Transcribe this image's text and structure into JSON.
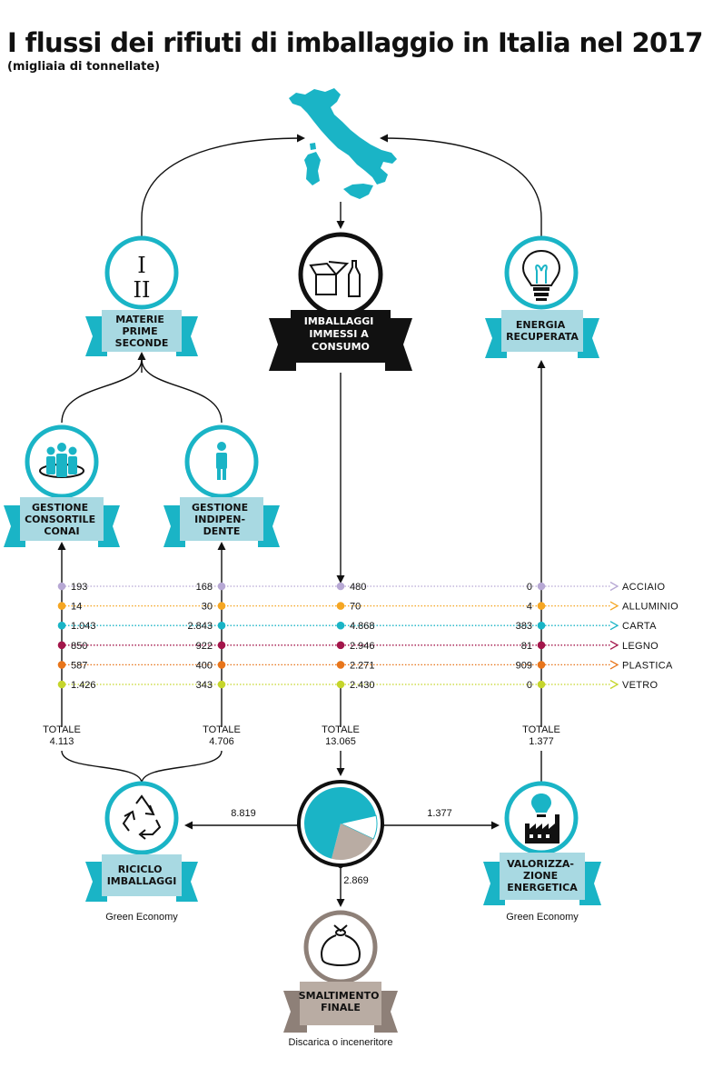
{
  "title": "I flussi dei rifiuti di imballaggio in Italia nel 2017",
  "subtitle": "(migliaia di tonnellate)",
  "colors": {
    "teal": "#1ab4c6",
    "ribbon_light": "#a8d9e2",
    "ribbon_dark": "#1ab4c6",
    "black": "#111111",
    "disposal_ribbon": "#b9aca3",
    "disposal_dark": "#8e8078",
    "acciaio": "#b7a8d4",
    "alluminio": "#f5a623",
    "carta": "#1ab4c6",
    "legno": "#a3154a",
    "plastica": "#e8751a",
    "vetro": "#c5d52b"
  },
  "nodes": {
    "materie": {
      "label_lines": [
        "MATERIE",
        "PRIME",
        "SECONDE"
      ],
      "icon": "roman-numerals-icon",
      "numeral1": "I",
      "numeral2": "II"
    },
    "imballaggi": {
      "label_lines": [
        "IMBALLAGGI",
        "IMMESSI A",
        "CONSUMO"
      ],
      "icon": "box-bottle-icon"
    },
    "energia": {
      "label_lines": [
        "ENERGIA",
        "RECUPERATA"
      ],
      "icon": "lightbulb-icon"
    },
    "consortile": {
      "label_lines": [
        "GESTIONE",
        "CONSORTILE",
        "CONAI"
      ],
      "icon": "group-people-icon"
    },
    "indipendente": {
      "label_lines": [
        "GESTIONE",
        "INDIPEN-",
        "DENTE"
      ],
      "icon": "person-icon"
    },
    "riciclo": {
      "label_lines": [
        "RICICLO",
        "IMBALLAGGI"
      ],
      "icon": "recycle-icon",
      "note": "Green Economy"
    },
    "valorizzazione": {
      "label_lines": [
        "VALORIZZA-",
        "ZIONE",
        "ENERGETICA"
      ],
      "icon": "factory-bulb-icon",
      "note": "Green Economy"
    },
    "smaltimento": {
      "label_lines": [
        "SMALTIMENTO",
        "FINALE"
      ],
      "icon": "trash-bag-icon",
      "note": "Discarica o inceneritore"
    }
  },
  "flows": {
    "to_riciclo": "8.819",
    "to_valorizzazione": "1.377",
    "to_smaltimento": "2.869"
  },
  "chart_data": {
    "type": "table",
    "columns": [
      "Gestione consortile CONAI",
      "Gestione indipendente",
      "Imballaggi immessi a consumo",
      "Energia recuperata"
    ],
    "rows": [
      {
        "material": "ACCIAIO",
        "values": [
          "193",
          "168",
          "480",
          "0"
        ]
      },
      {
        "material": "ALLUMINIO",
        "values": [
          "14",
          "30",
          "70",
          "4"
        ]
      },
      {
        "material": "CARTA",
        "values": [
          "1.043",
          "2.843",
          "4.868",
          "383"
        ]
      },
      {
        "material": "LEGNO",
        "values": [
          "850",
          "922",
          "2.946",
          "81"
        ]
      },
      {
        "material": "PLASTICA",
        "values": [
          "587",
          "400",
          "2.271",
          "909"
        ]
      },
      {
        "material": "VETRO",
        "values": [
          "1.426",
          "343",
          "2.430",
          "0"
        ]
      }
    ],
    "totals": [
      {
        "label": "TOTALE",
        "value": "4.113"
      },
      {
        "label": "TOTALE",
        "value": "4.706"
      },
      {
        "label": "TOTALE",
        "value": "13.065"
      },
      {
        "label": "TOTALE",
        "value": "1.377"
      }
    ],
    "pie": {
      "type": "pie",
      "slices": [
        {
          "name": "Riciclo imballaggi",
          "value": 8819
        },
        {
          "name": "Valorizzazione energetica",
          "value": 1377
        },
        {
          "name": "Smaltimento finale",
          "value": 2869
        }
      ]
    }
  }
}
